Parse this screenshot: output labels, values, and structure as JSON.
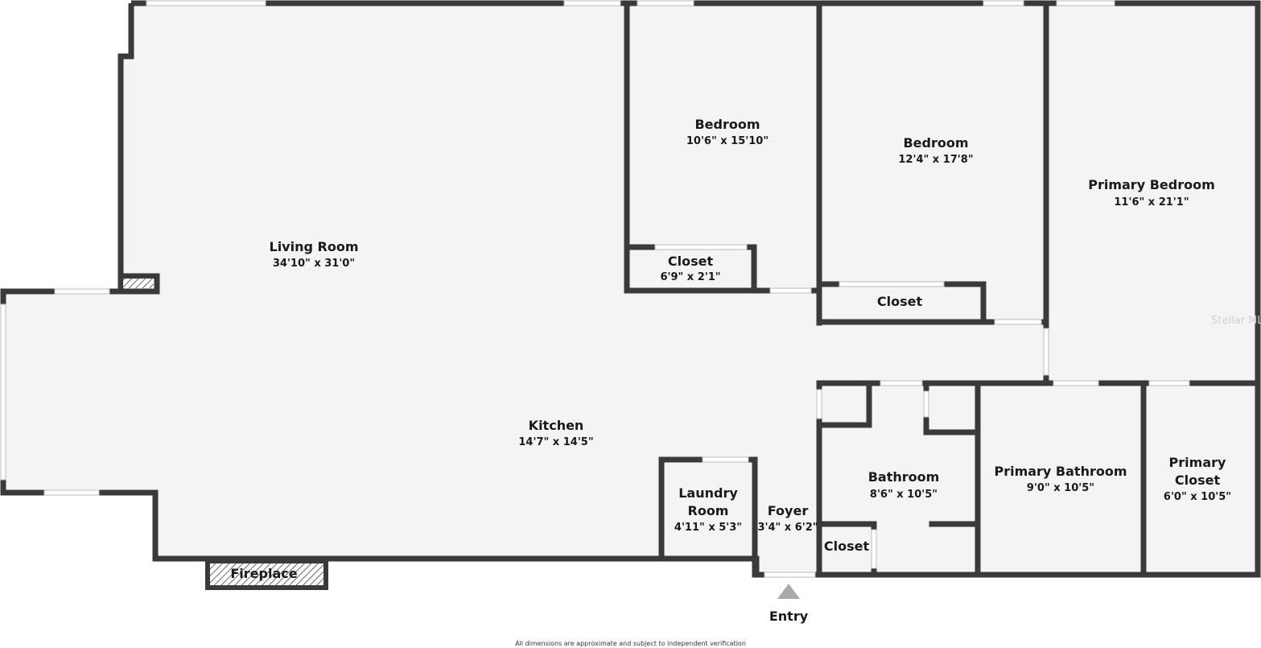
{
  "rooms": {
    "living_room": {
      "name": "Living Room",
      "dim": "34'10\" x 31'0\""
    },
    "kitchen": {
      "name": "Kitchen",
      "dim": "14'7\" x 14'5\""
    },
    "bedroom_1": {
      "name": "Bedroom",
      "dim": "10'6\" x 15'10\""
    },
    "closet_1": {
      "name": "Closet",
      "dim": "6'9\" x 2'1\""
    },
    "bedroom_2": {
      "name": "Bedroom",
      "dim": "12'4\" x 17'8\""
    },
    "closet_2": {
      "name": "Closet"
    },
    "primary_bedroom": {
      "name": "Primary Bedroom",
      "dim": "11'6\" x 21'1\""
    },
    "laundry": {
      "line1": "Laundry",
      "line2": "Room",
      "dim": "4'11\" x 5'3\""
    },
    "foyer": {
      "name": "Foyer",
      "dim": "3'4\" x 6'2\""
    },
    "bathroom": {
      "name": "Bathroom",
      "dim": "8'6\" x 10'5\""
    },
    "closet_3": {
      "name": "Closet"
    },
    "primary_bathroom": {
      "name": "Primary Bathroom",
      "dim": "9'0\" x 10'5\""
    },
    "primary_closet": {
      "line1": "Primary",
      "line2": "Closet",
      "dim": "6'0\" x 10'5\""
    }
  },
  "fireplace": "Fireplace",
  "entry": "Entry",
  "watermark": "Stellar MLS",
  "disclaimer": "All dimensions are approximate and subject to independent verification",
  "colors": {
    "wall": "#3a3a3a",
    "floor": "#f4f4f4",
    "entry_marker": "#a9a9a9"
  }
}
